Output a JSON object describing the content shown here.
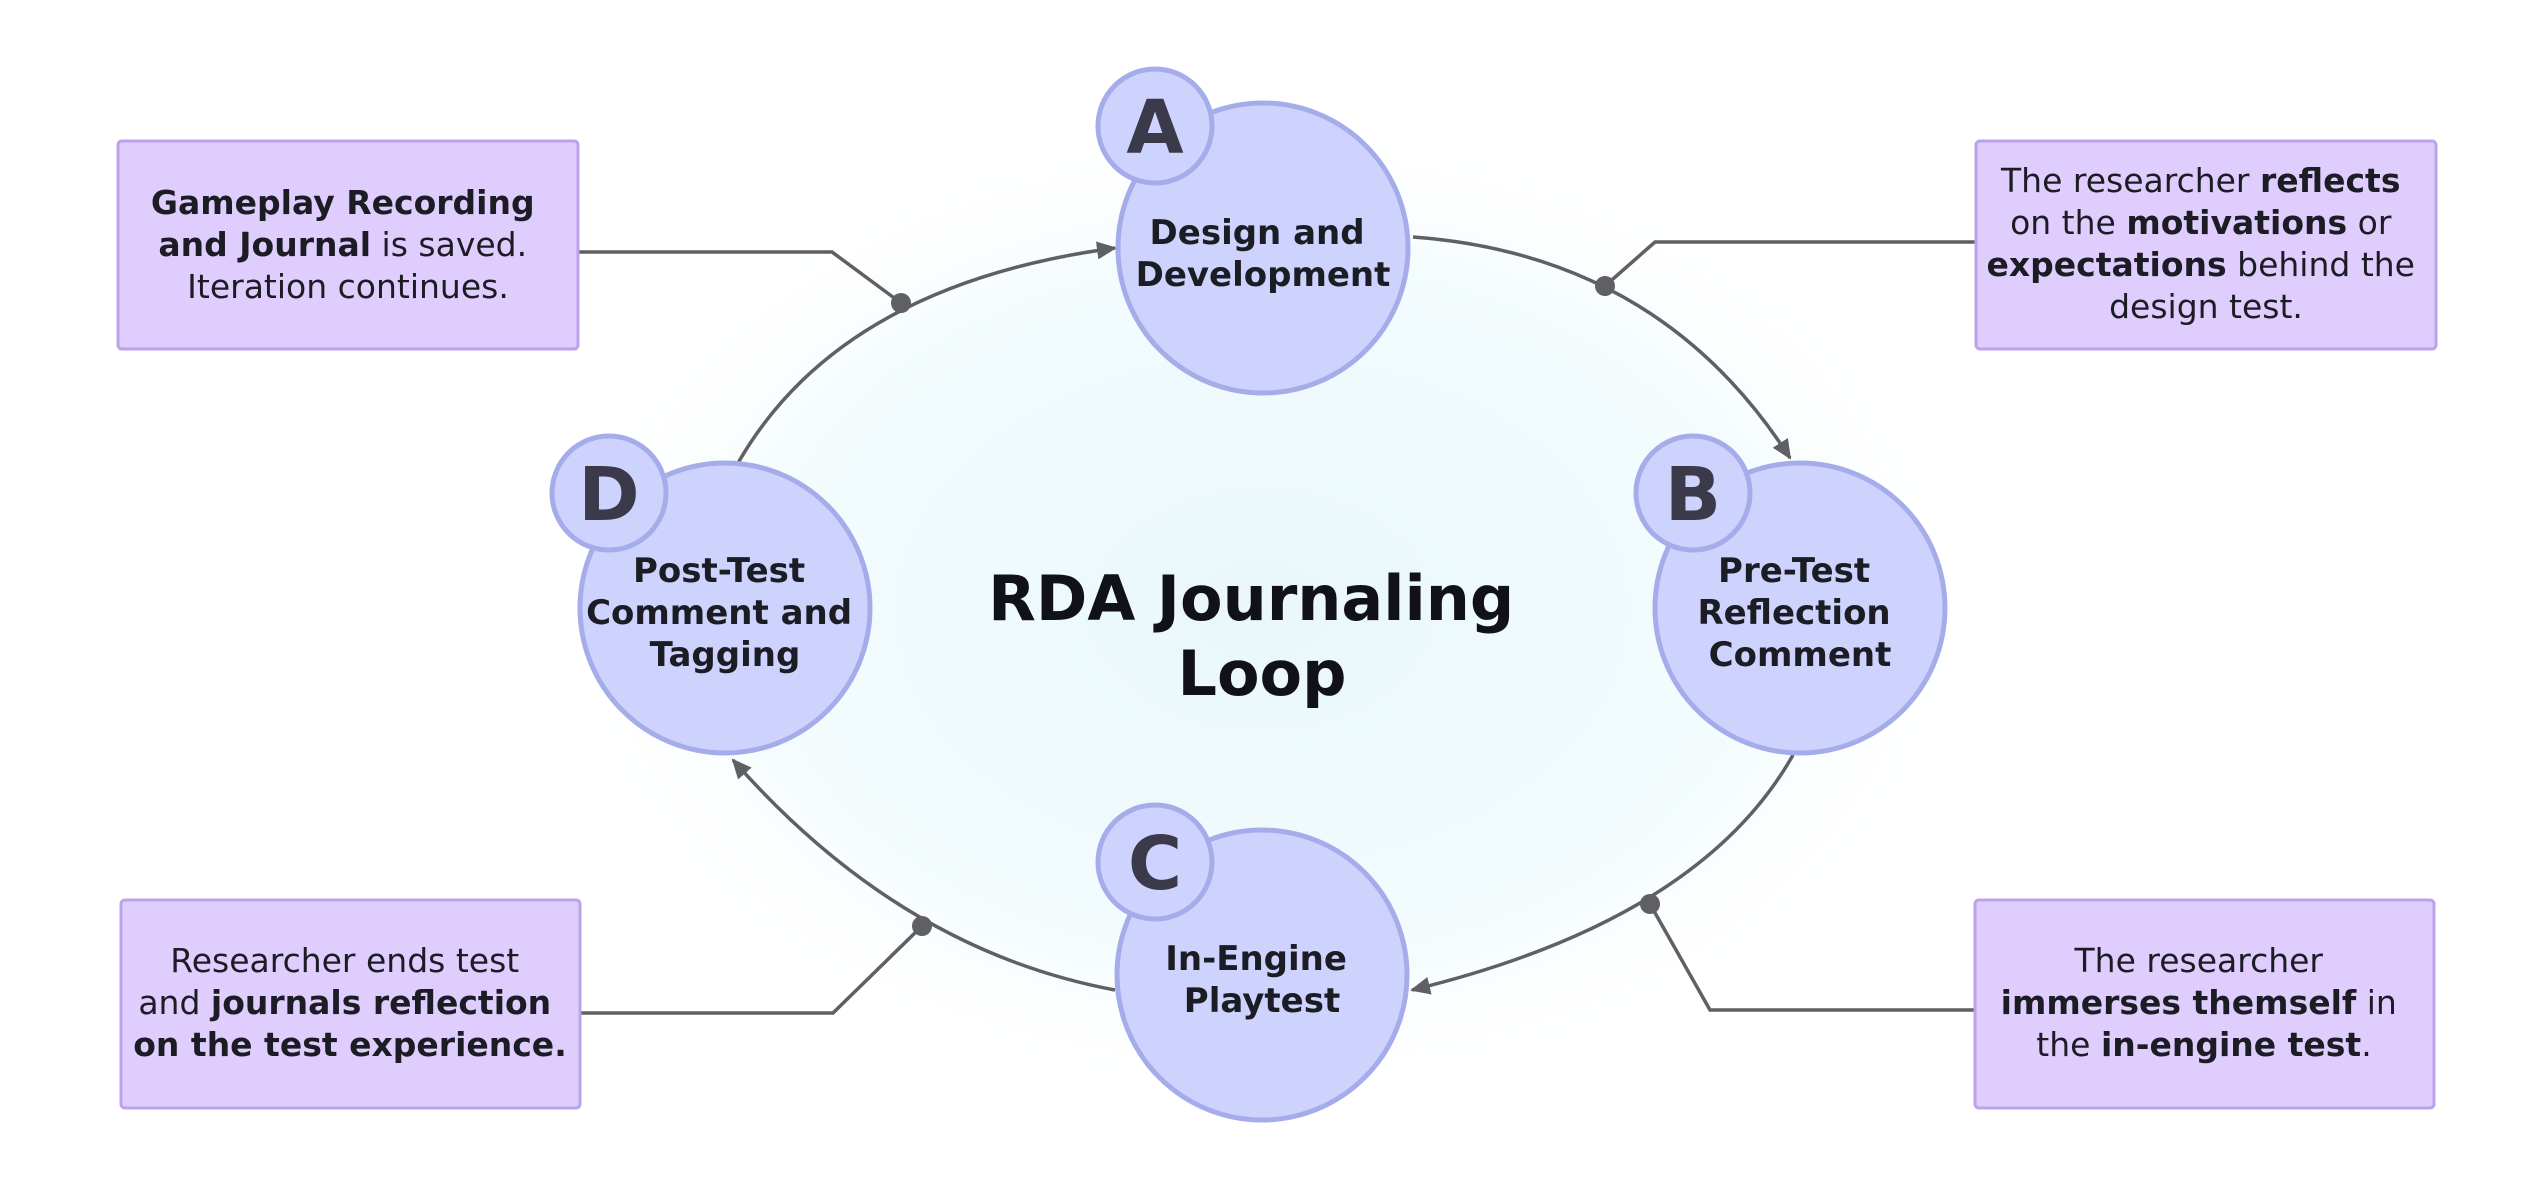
{
  "title": {
    "line1": "RDA Journaling",
    "line2": "Loop"
  },
  "colors": {
    "node_fill": "#cdd3fc",
    "node_stroke": "#a5acea",
    "note_fill": "#dfcdfd",
    "note_stroke": "#bba2ea",
    "line": "#5f5f64",
    "center_glow": "#eefafd"
  },
  "nodes": {
    "a": {
      "badge": "A",
      "line1": "Design and",
      "line2": "Development"
    },
    "b": {
      "badge": "B",
      "line1": "Pre-Test",
      "line2": "Reflection",
      "line3": "Comment"
    },
    "c": {
      "badge": "C",
      "line1": "In-Engine",
      "line2": "Playtest"
    },
    "d": {
      "badge": "D",
      "line1": "Post-Test",
      "line2": "Comment and",
      "line3": "Tagging"
    }
  },
  "notes": {
    "top_left": {
      "l1": "Gameplay Recording",
      "l2_bold": "and Journal",
      "l2_rest": " is saved.",
      "l3": "Iteration continues."
    },
    "top_right": {
      "l1_pre": "The researcher ",
      "l1_bold": "reflects",
      "l2_pre": "on the ",
      "l2_bold": "motivations",
      "l2_post": " or",
      "l3_bold": "expectations",
      "l3_post": " behind the",
      "l4": "design test."
    },
    "bottom_left": {
      "l1": "Researcher ends test",
      "l2_pre": "and ",
      "l2_bold": "journals reflection",
      "l3_bold": "on the test experience."
    },
    "bottom_right": {
      "l1": "The researcher",
      "l2_bold": "immerses themself",
      "l2_post": " in",
      "l3_pre": "the ",
      "l3_bold": "in-engine test",
      "l3_post": "."
    }
  }
}
